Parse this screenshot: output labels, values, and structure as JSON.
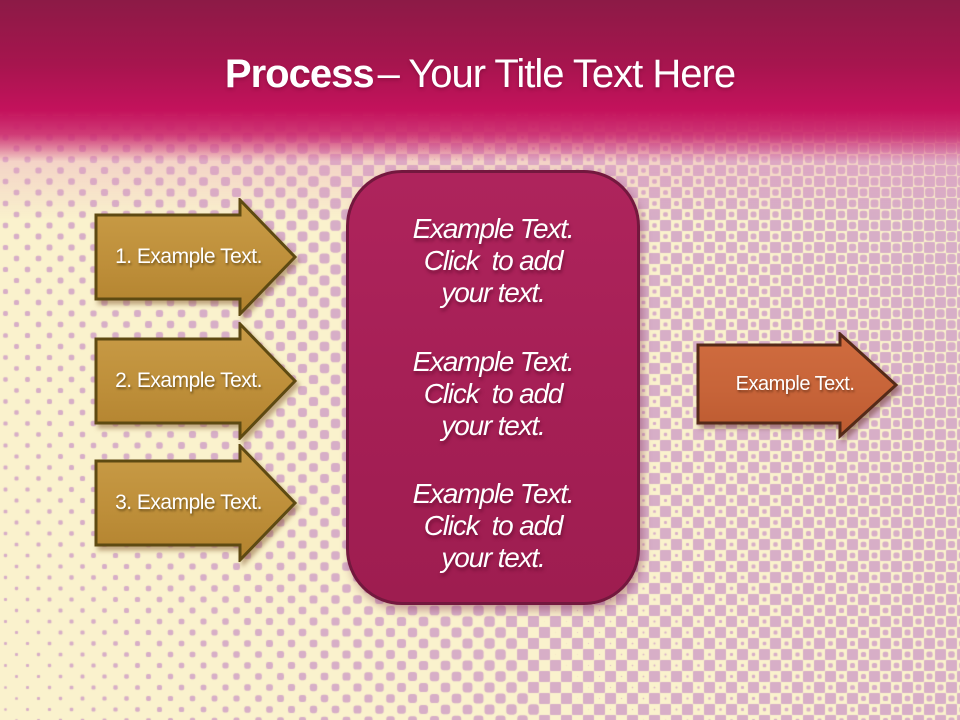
{
  "header": {
    "title_bold": "Process",
    "title_regular": "– Your Title Text Here"
  },
  "steps": [
    {
      "label": "1. Example Text."
    },
    {
      "label": "2. Example Text."
    },
    {
      "label": "3. Example Text."
    }
  ],
  "panel": {
    "blocks": [
      "Example Text.\nClick  to add\nyour text.",
      "Example Text.\nClick  to add\nyour text.",
      "Example Text.\nClick  to add\nyour text."
    ]
  },
  "result_arrow": {
    "label": "Example Text."
  },
  "colors": {
    "background_cream": "#FAF2CD",
    "dot_pink": "#D7AEC7",
    "header_top": "#8C1A46",
    "header_bottom": "#C4125C",
    "gold_fill_top": "#C99C47",
    "gold_fill_bottom": "#B2822E",
    "gold_border": "#5E4A12",
    "orange_fill_top": "#D06C3F",
    "orange_fill_bottom": "#BC5A30",
    "orange_border": "#552A18",
    "panel_fill": "#A51F55",
    "panel_border": "#73183E",
    "text_white": "#FFFFFF"
  }
}
